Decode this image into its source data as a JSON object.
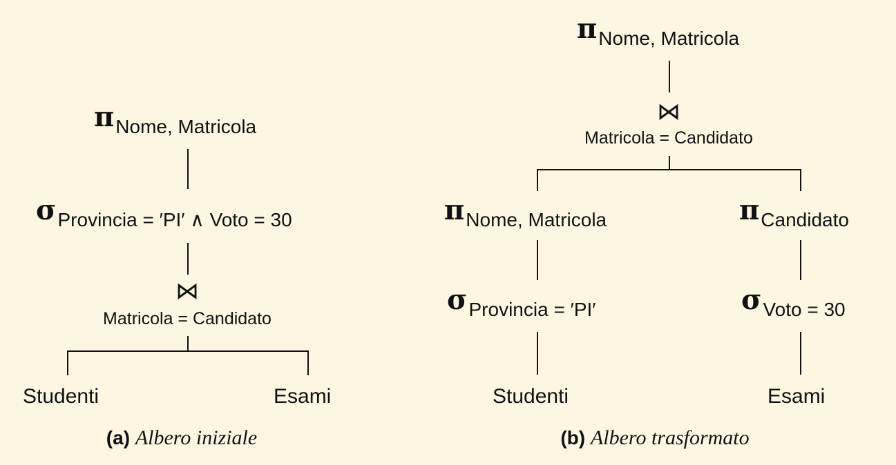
{
  "tree_a": {
    "projection": {
      "symbol": "π",
      "attributes": "Nome, Matricola"
    },
    "selection": {
      "symbol": "σ",
      "condition": "Provincia = ′PI′ ∧ Voto = 30"
    },
    "join": {
      "symbol": "⋈",
      "condition": "Matricola = Candidato"
    },
    "left_leaf": "Studenti",
    "right_leaf": "Esami",
    "caption": {
      "label": "(a)",
      "text": "Albero iniziale"
    }
  },
  "tree_b": {
    "projection": {
      "symbol": "π",
      "attributes": "Nome, Matricola"
    },
    "join": {
      "symbol": "⋈",
      "condition": "Matricola = Candidato"
    },
    "left_projection": {
      "symbol": "π",
      "attributes": "Nome, Matricola"
    },
    "right_projection": {
      "symbol": "π",
      "attributes": "Candidato"
    },
    "left_selection": {
      "symbol": "σ",
      "condition": "Provincia = ′PI′"
    },
    "right_selection": {
      "symbol": "σ",
      "condition": "Voto = 30"
    },
    "left_leaf": "Studenti",
    "right_leaf": "Esami",
    "caption": {
      "label": "(b)",
      "text": "Albero trasformato"
    }
  }
}
